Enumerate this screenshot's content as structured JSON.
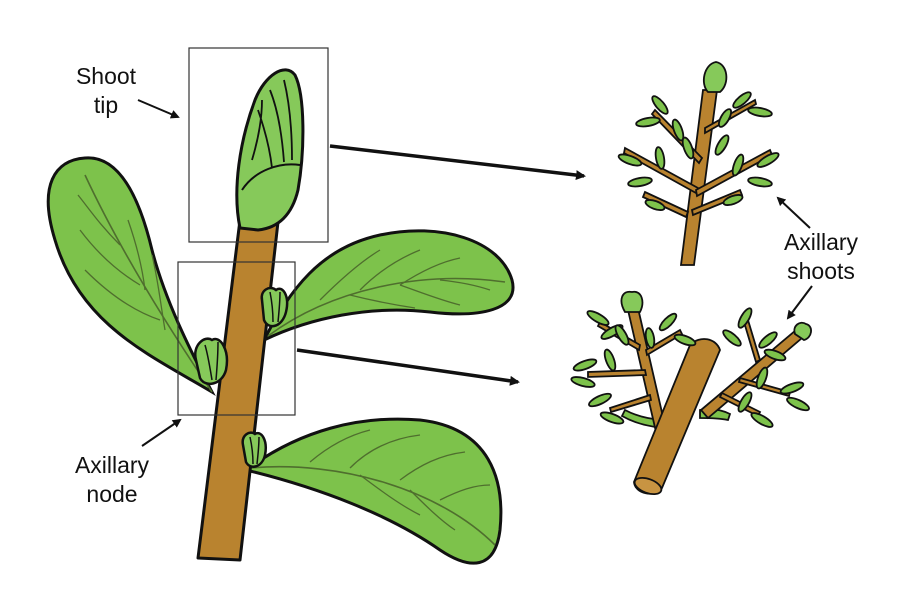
{
  "labels": {
    "shoot_tip": [
      "Shoot",
      "tip"
    ],
    "axillary_node": [
      "Axillary",
      "node"
    ],
    "axillary_shoots": [
      "Axillary",
      "shoots"
    ]
  },
  "colors": {
    "leaf": "#7dc24b",
    "bud": "#86c95a",
    "stem": "#b9832f",
    "vein": "#4f6e2e",
    "outline": "#111111"
  }
}
